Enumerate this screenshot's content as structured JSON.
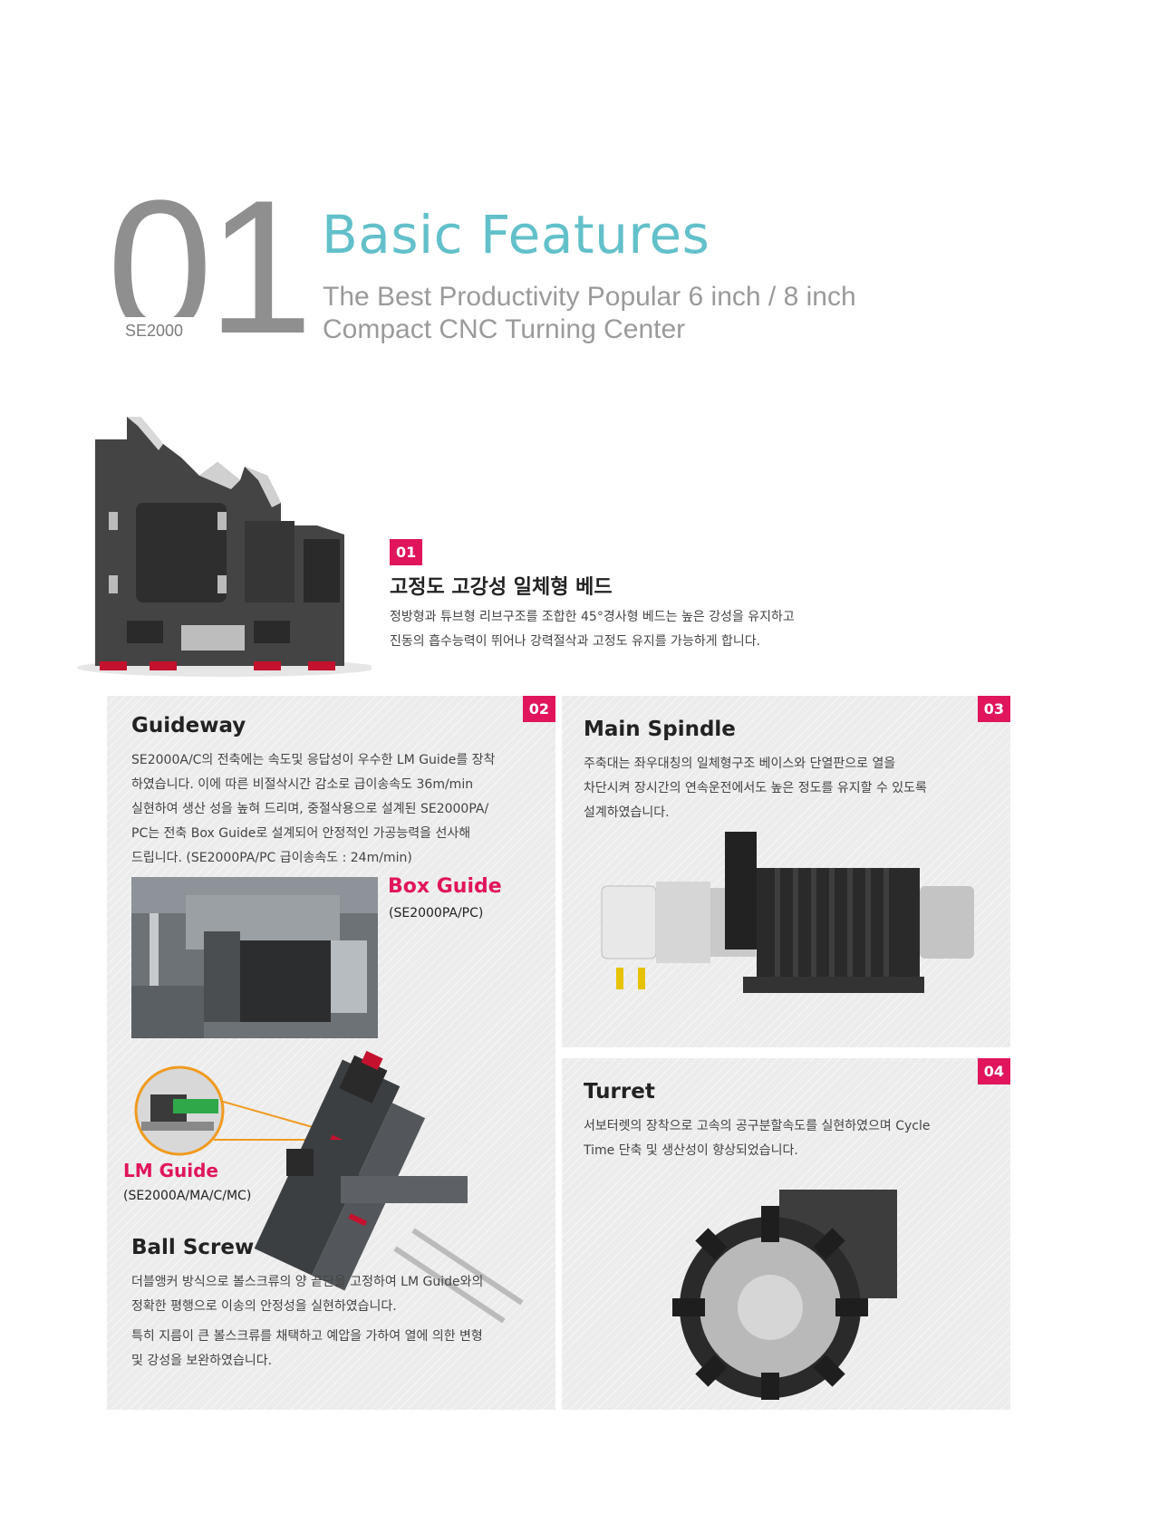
{
  "header": {
    "number_zero": "0",
    "number_one": "1",
    "model": "SE2000",
    "title": "Basic Features",
    "subtitle_line1": "The Best Productivity Popular 6 inch / 8 inch",
    "subtitle_line2": "Compact CNC Turning Center"
  },
  "bed": {
    "badge": "01",
    "title": "고정도 고강성 일체형 베드",
    "desc_line1": "정방형과 튜브형 리브구조를 조합한 45°경사형 베드는 높은 강성을 유지하고",
    "desc_line2": "진동의 흡수능력이 뛰어나 강력절삭과 고정도 유지를 가능하게 합니다."
  },
  "guideway": {
    "badge": "02",
    "title": "Guideway",
    "desc_line1": "SE2000A/C의 전축에는 속도및 응답성이 우수한 LM Guide를 장착",
    "desc_line2": "하였습니다. 이에 따른 비절삭시간 감소로 급이송속도 36m/min",
    "desc_line3": "실현하여 생산 성을 높혀 드리며, 중절삭용으로 설계된 SE2000PA/",
    "desc_line4": "PC는 전축 Box Guide로 설계되어  안정적인 가공능력을 선사해",
    "desc_line5": "드립니다. (SE2000PA/PC 급이송속도 : 24m/min)",
    "box_guide_label": "Box Guide",
    "box_guide_models": "(SE2000PA/PC)",
    "lm_guide_label": "LM Guide",
    "lm_guide_models": "(SE2000A/MA/C/MC)"
  },
  "ball_screw": {
    "title": "Ball Screw",
    "desc_line1": "더블앵커 방식으로 볼스크류의 양 끝단을 고정하여 LM Guide와의",
    "desc_line2": "정확한 평행으로 이송의 안정성을 실현하였습니다.",
    "desc_line3": "특히 지름이 큰 볼스크류를 채택하고 예압을 가하여 열에 의한 변형",
    "desc_line4": "및 강성을 보완하였습니다."
  },
  "spindle": {
    "badge": "03",
    "title": "Main Spindle",
    "desc_line1": "주축대는 좌우대칭의 일체형구조 베이스와 단열판으로 열을",
    "desc_line2": "차단시켜 장시간의 연속운전에서도 높은 정도를 유지할 수 있도록",
    "desc_line3": "설계하였습니다."
  },
  "turret": {
    "badge": "04",
    "title": "Turret",
    "desc_line1": "서보터렛의 장착으로 고속의 공구분할속도를 실현하였으며 Cycle",
    "desc_line2": "Time 단축 및 생산성이 향상되었습니다."
  },
  "colors": {
    "accent_pink": "#e0155c",
    "title_teal": "#62c0ca",
    "number_gray": "#8f8f8f",
    "panel_bg": "#ececec"
  }
}
